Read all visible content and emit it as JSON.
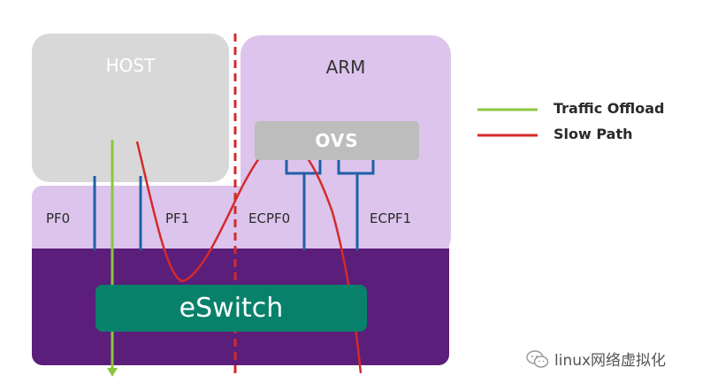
{
  "diagram": {
    "host_label": "HOST",
    "arm_label": "ARM",
    "ovs_label": "OVS",
    "eswitch_label": "eSwitch",
    "ports": {
      "pf0": "PF0",
      "pf1": "PF1",
      "ecpf0": "ECPF0",
      "ecpf1": "ECPF1"
    }
  },
  "legend": {
    "traffic_offload": {
      "label": "Traffic Offload",
      "color": "#8cc63f"
    },
    "slow_path": {
      "label": "Slow Path",
      "color": "#d42a2a"
    }
  },
  "colors": {
    "host": "#d8d8d8",
    "arm": "#dcc4ec",
    "base": "#5b1e7a",
    "eswitch": "#08816a",
    "ovs": "#bdbdbd",
    "connector": "#1f5fa8",
    "divider": "#d42a2a"
  },
  "watermark": {
    "icon": "wechat-icon",
    "text": "linux网络虚拟化"
  }
}
